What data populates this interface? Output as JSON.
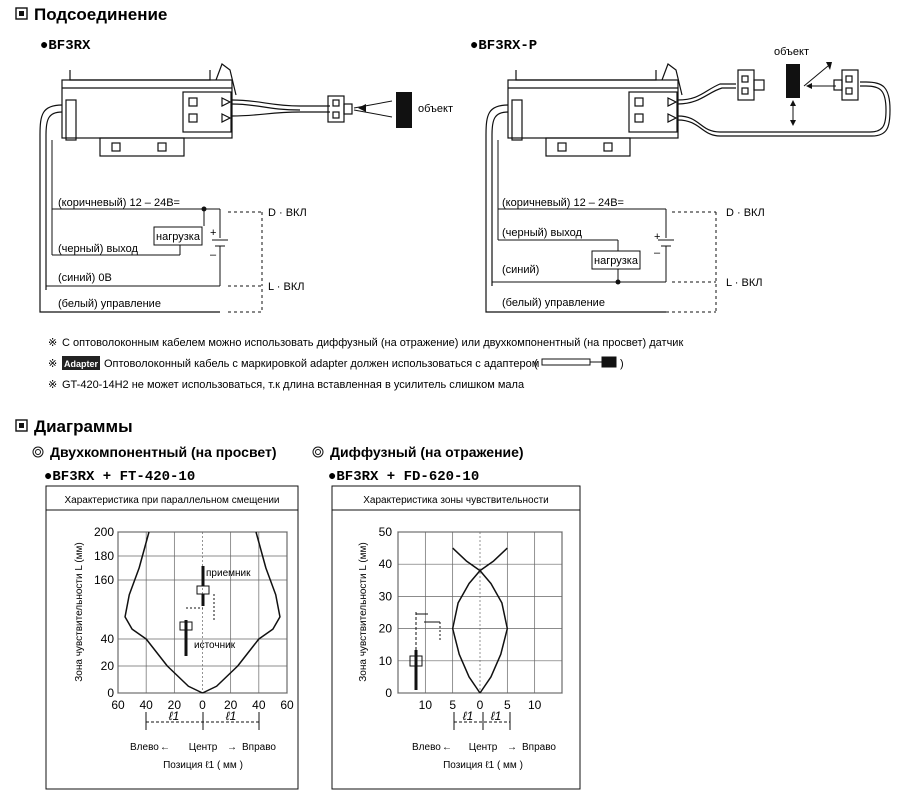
{
  "connection": {
    "title": "Подсоединение",
    "left": {
      "model": "●BF3RX",
      "object": "объект",
      "brown": "(коричневый) 12 – 24В=",
      "black": "(черный) выход",
      "blue": "(синий) 0В",
      "white": "(белый) управление",
      "load": "нагрузка",
      "d_on": "D · ВКЛ",
      "l_on": "L · ВКЛ",
      "plus": "+",
      "minus": "–"
    },
    "right": {
      "model": "●BF3RX-P",
      "object": "объект",
      "brown": "(коричневый) 12 – 24В=",
      "black": "(черный) выход",
      "blue": "(синий)",
      "white": "(белый) управление",
      "load": "нагрузка",
      "d_on": "D · ВКЛ",
      "l_on": "L · ВКЛ",
      "plus": "+",
      "minus": "–"
    }
  },
  "notes": {
    "mark": "※",
    "n1": "С оптоволоконным кабелем можно использовать диффузный (на отражение) или двухкомпонентный (на просвет) датчик",
    "badge": "Adapter",
    "n2": "Оптоволоконный кабель с  маркировкой adapter должен использоваться с адаптером",
    "paren_open": "(",
    "paren_close": ")",
    "n3": "GT-420-14H2 не может использоваться, т.к длина вставленная в усилитель слишком мала"
  },
  "diagrams": {
    "title": "Диаграммы",
    "left_type": "Двухкомпонентный (на просвет)",
    "right_type": "Диффузный (на отражение)"
  },
  "chart_data": [
    {
      "type": "line",
      "model": "●BF3RX + FT-420-10",
      "title": "Характеристика при параллельном смещении",
      "ylabel": "Зона чувствительности  L (мм)",
      "xlabel": "Позиция ℓ1 ( мм )",
      "x_ticks": [
        "60",
        "40",
        "20",
        "0",
        "20",
        "40",
        "60"
      ],
      "y_ticks": [
        "0",
        "20",
        "40",
        "160",
        "180",
        "200"
      ],
      "ylim": [
        0,
        200
      ],
      "xlim": [
        -60,
        60
      ],
      "dir_left": "Влево",
      "dir_center": "Центр",
      "dir_right": "Вправо",
      "arrow_left": "←",
      "arrow_right": "→",
      "l1": "ℓ1",
      "receiver": "приемник",
      "emitter": "источник",
      "series": [
        {
          "x": [
            0,
            -10,
            -25,
            -40,
            -50,
            -55,
            -52,
            -45,
            -38
          ],
          "y": [
            0,
            5,
            20,
            40,
            60,
            85,
            130,
            170,
            200
          ]
        },
        {
          "x": [
            0,
            10,
            25,
            40,
            50,
            55,
            52,
            45,
            38
          ],
          "y": [
            0,
            5,
            20,
            40,
            60,
            85,
            130,
            170,
            200
          ]
        }
      ]
    },
    {
      "type": "line",
      "model": "●BF3RX + FD-620-10",
      "title": "Характеристика зоны чувствительности",
      "ylabel": "Зона чувствительности  L (мм)",
      "xlabel": "Позиция ℓ1 ( мм )",
      "x_ticks": [
        "10",
        "5",
        "0",
        "5",
        "10"
      ],
      "y_ticks": [
        "0",
        "10",
        "20",
        "30",
        "40",
        "50"
      ],
      "ylim": [
        0,
        50
      ],
      "xlim": [
        -15,
        15
      ],
      "dir_left": "Влево",
      "dir_center": "Центр",
      "dir_right": "Вправо",
      "arrow_left": "←",
      "arrow_right": "→",
      "l1": "ℓ1",
      "series": [
        {
          "x": [
            0,
            -2,
            -3.8,
            -5,
            -4,
            -2,
            0,
            2.5,
            5
          ],
          "y": [
            0,
            5,
            12,
            20,
            28,
            34,
            38,
            41,
            45
          ]
        },
        {
          "x": [
            0,
            2,
            3.8,
            5,
            4,
            2,
            0,
            -2.5,
            -5
          ],
          "y": [
            0,
            5,
            12,
            20,
            28,
            34,
            38,
            41,
            45
          ]
        }
      ]
    }
  ]
}
